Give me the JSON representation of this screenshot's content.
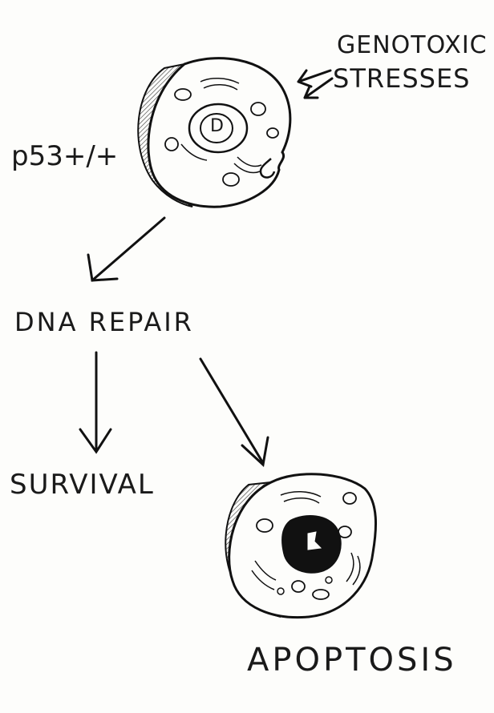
{
  "diagram": {
    "labels": {
      "genotoxic": "GENOTOXIC",
      "stresses": "STRESSES",
      "p53": "p53+/+",
      "dna_repair": "DNA REPAIR",
      "survival": "SURVIVAL",
      "apoptosis": "APOPTOSIS"
    },
    "nucleus_letter": "D"
  }
}
